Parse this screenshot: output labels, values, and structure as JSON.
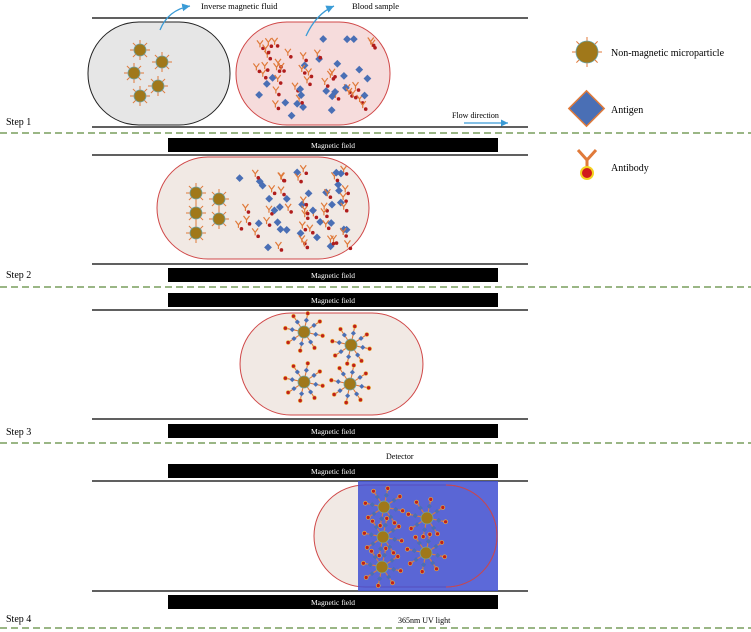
{
  "labels": {
    "inverse_fluid": "Inverse magnetic fluid",
    "blood_sample": "Blood sample",
    "flow_direction": "Flow direction",
    "magnetic_field": "Magnetic field",
    "detector": "Detector",
    "uv_light": "365nm UV light"
  },
  "steps": [
    "Step 1",
    "Step 2",
    "Step 3",
    "Step 4"
  ],
  "legend": [
    {
      "icon": "microparticle-icon",
      "label": "Non-magnetic microparticle"
    },
    {
      "icon": "antigen-icon",
      "label": "Antigen"
    },
    {
      "icon": "antibody-icon",
      "label": "Antibody"
    }
  ],
  "colors": {
    "particle_core": "#a0781a",
    "antigen": "#4a6fb5",
    "antibody": "#e07a3a",
    "droplet_fluid": "#e6e6e6",
    "droplet_blood": "#f6dcdc",
    "merged_droplet": "#f1e9e4",
    "detector_region": "#3f4fd2",
    "divider": "#5e8a3c",
    "arrow": "#3a9bd6"
  }
}
